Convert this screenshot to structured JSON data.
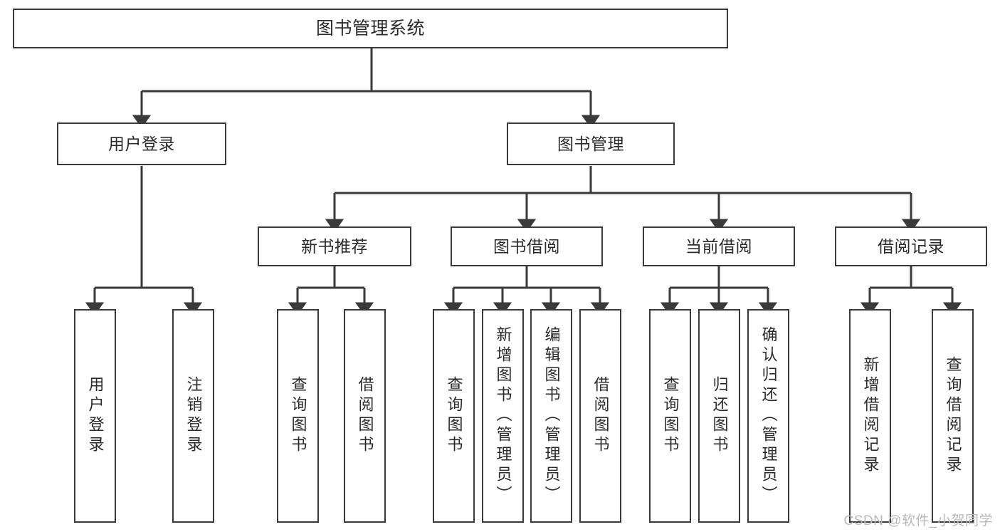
{
  "diagram": {
    "title": "图书管理系统",
    "type": "tree-structure-chart",
    "watermark": "CSDN @软件_小贺同学",
    "colors": {
      "box_border": "#3a3a3a",
      "box_fill": "#ffffff",
      "edge": "#3a3a3a",
      "text": "#2b2b2b",
      "watermark": "#b9b9b9",
      "background": "#ffffff"
    },
    "root": {
      "label": "图书管理系统"
    },
    "level1": [
      {
        "id": "user-login",
        "label": "用户登录"
      },
      {
        "id": "book-manage",
        "label": "图书管理"
      }
    ],
    "level2": [
      {
        "id": "new-book-recommend",
        "label": "新书推荐"
      },
      {
        "id": "book-borrow",
        "label": "图书借阅"
      },
      {
        "id": "current-borrow",
        "label": "当前借阅"
      },
      {
        "id": "borrow-record",
        "label": "借阅记录"
      }
    ],
    "leaves": {
      "user_login": [
        {
          "id": "leaf-user-login",
          "label": "用户登录"
        },
        {
          "id": "leaf-logout",
          "label": "注销登录"
        }
      ],
      "new_book_recommend": [
        {
          "id": "leaf-query-book-1",
          "label": "查询图书"
        },
        {
          "id": "leaf-borrow-book-1",
          "label": "借阅图书"
        }
      ],
      "book_borrow": [
        {
          "id": "leaf-query-book-2",
          "label": "查询图书"
        },
        {
          "id": "leaf-add-book",
          "label": "新增图书（管理员）"
        },
        {
          "id": "leaf-edit-book",
          "label": "编辑图书（管理员）"
        },
        {
          "id": "leaf-borrow-book-2",
          "label": "借阅图书"
        }
      ],
      "current_borrow": [
        {
          "id": "leaf-query-book-3",
          "label": "查询图书"
        },
        {
          "id": "leaf-return-book",
          "label": "归还图书"
        },
        {
          "id": "leaf-confirm-return",
          "label": "确认归还（管理员）"
        }
      ],
      "borrow_record": [
        {
          "id": "leaf-add-record",
          "label": "新增借阅记录"
        },
        {
          "id": "leaf-query-record",
          "label": "查询借阅记录"
        }
      ]
    }
  }
}
